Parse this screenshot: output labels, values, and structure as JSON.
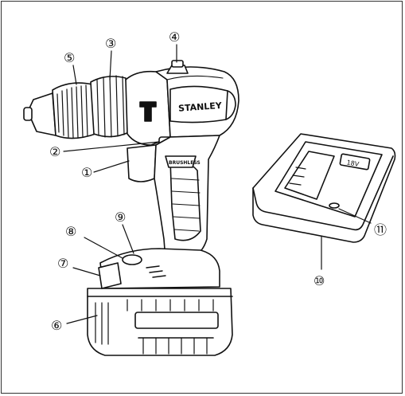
{
  "diagram": {
    "brand_text": "STANLEY",
    "grip_text": "BRUSHLESS",
    "callouts": [
      {
        "id": "1",
        "label": "①"
      },
      {
        "id": "2",
        "label": "②"
      },
      {
        "id": "3",
        "label": "③"
      },
      {
        "id": "4",
        "label": "④"
      },
      {
        "id": "5",
        "label": "⑤"
      },
      {
        "id": "6",
        "label": "⑥"
      },
      {
        "id": "7",
        "label": "⑦"
      },
      {
        "id": "8",
        "label": "⑧"
      },
      {
        "id": "9",
        "label": "⑨"
      },
      {
        "id": "10",
        "label": "⑩"
      },
      {
        "id": "11",
        "label": "⑪"
      }
    ]
  }
}
